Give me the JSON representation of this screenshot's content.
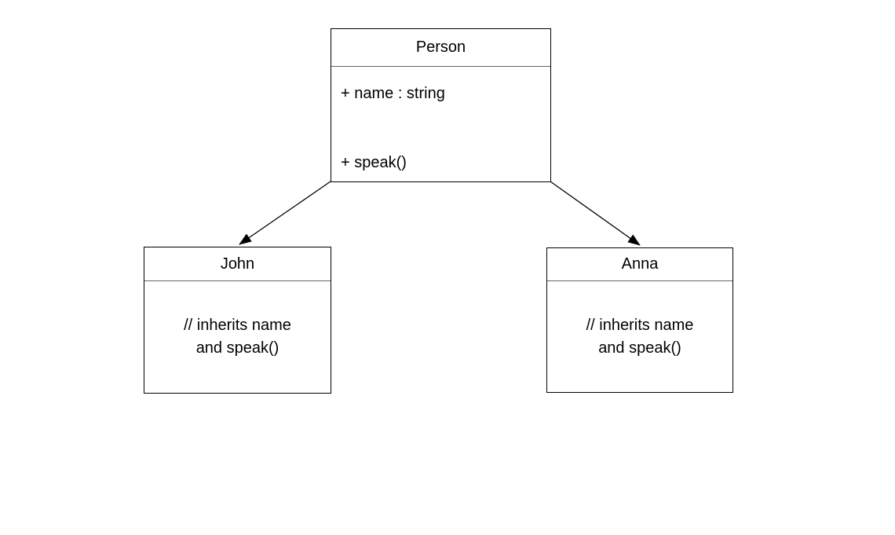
{
  "diagram": {
    "type": "uml-class-diagram",
    "colors": {
      "background": "#ffffff",
      "node_fill": "#ffffff",
      "node_border": "#000000",
      "compartment_divider": "#666666",
      "text": "#000000",
      "arrow": "#000000"
    },
    "nodes": {
      "person": {
        "title": "Person",
        "attributes": [
          "+ name : string"
        ],
        "methods": [
          "+ speak()"
        ]
      },
      "john": {
        "title": "John",
        "note_lines": [
          "// inherits name",
          "and speak()"
        ]
      },
      "anna": {
        "title": "Anna",
        "note_lines": [
          "// inherits name",
          "and speak()"
        ]
      }
    },
    "edges": [
      {
        "from": "Person",
        "to": "John",
        "style": "solid-filled-arrowhead"
      },
      {
        "from": "Person",
        "to": "Anna",
        "style": "solid-filled-arrowhead"
      }
    ]
  }
}
